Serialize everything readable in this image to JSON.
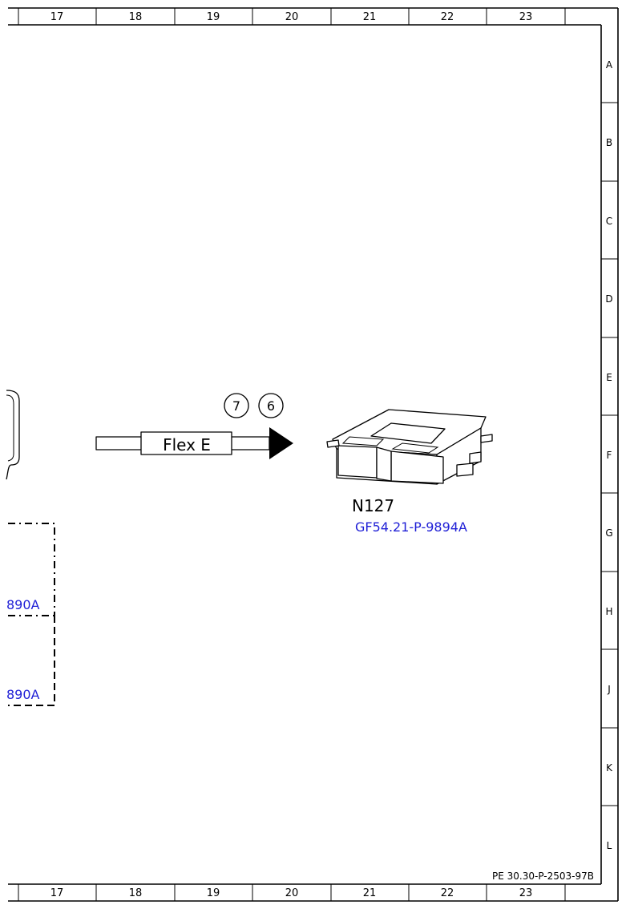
{
  "columns": [
    "17",
    "18",
    "19",
    "20",
    "21",
    "22",
    "23"
  ],
  "rows": [
    "A",
    "B",
    "C",
    "D",
    "E",
    "F",
    "G",
    "H",
    "J",
    "K",
    "L"
  ],
  "wire": {
    "label": "Flex E",
    "circles": [
      "7",
      "6"
    ]
  },
  "component": {
    "code": "N127",
    "reference": "GF54.21-P-9894A"
  },
  "left_refs": [
    "890A",
    "890A"
  ],
  "doc_ref": "PE 30.30-P-2503-97B"
}
